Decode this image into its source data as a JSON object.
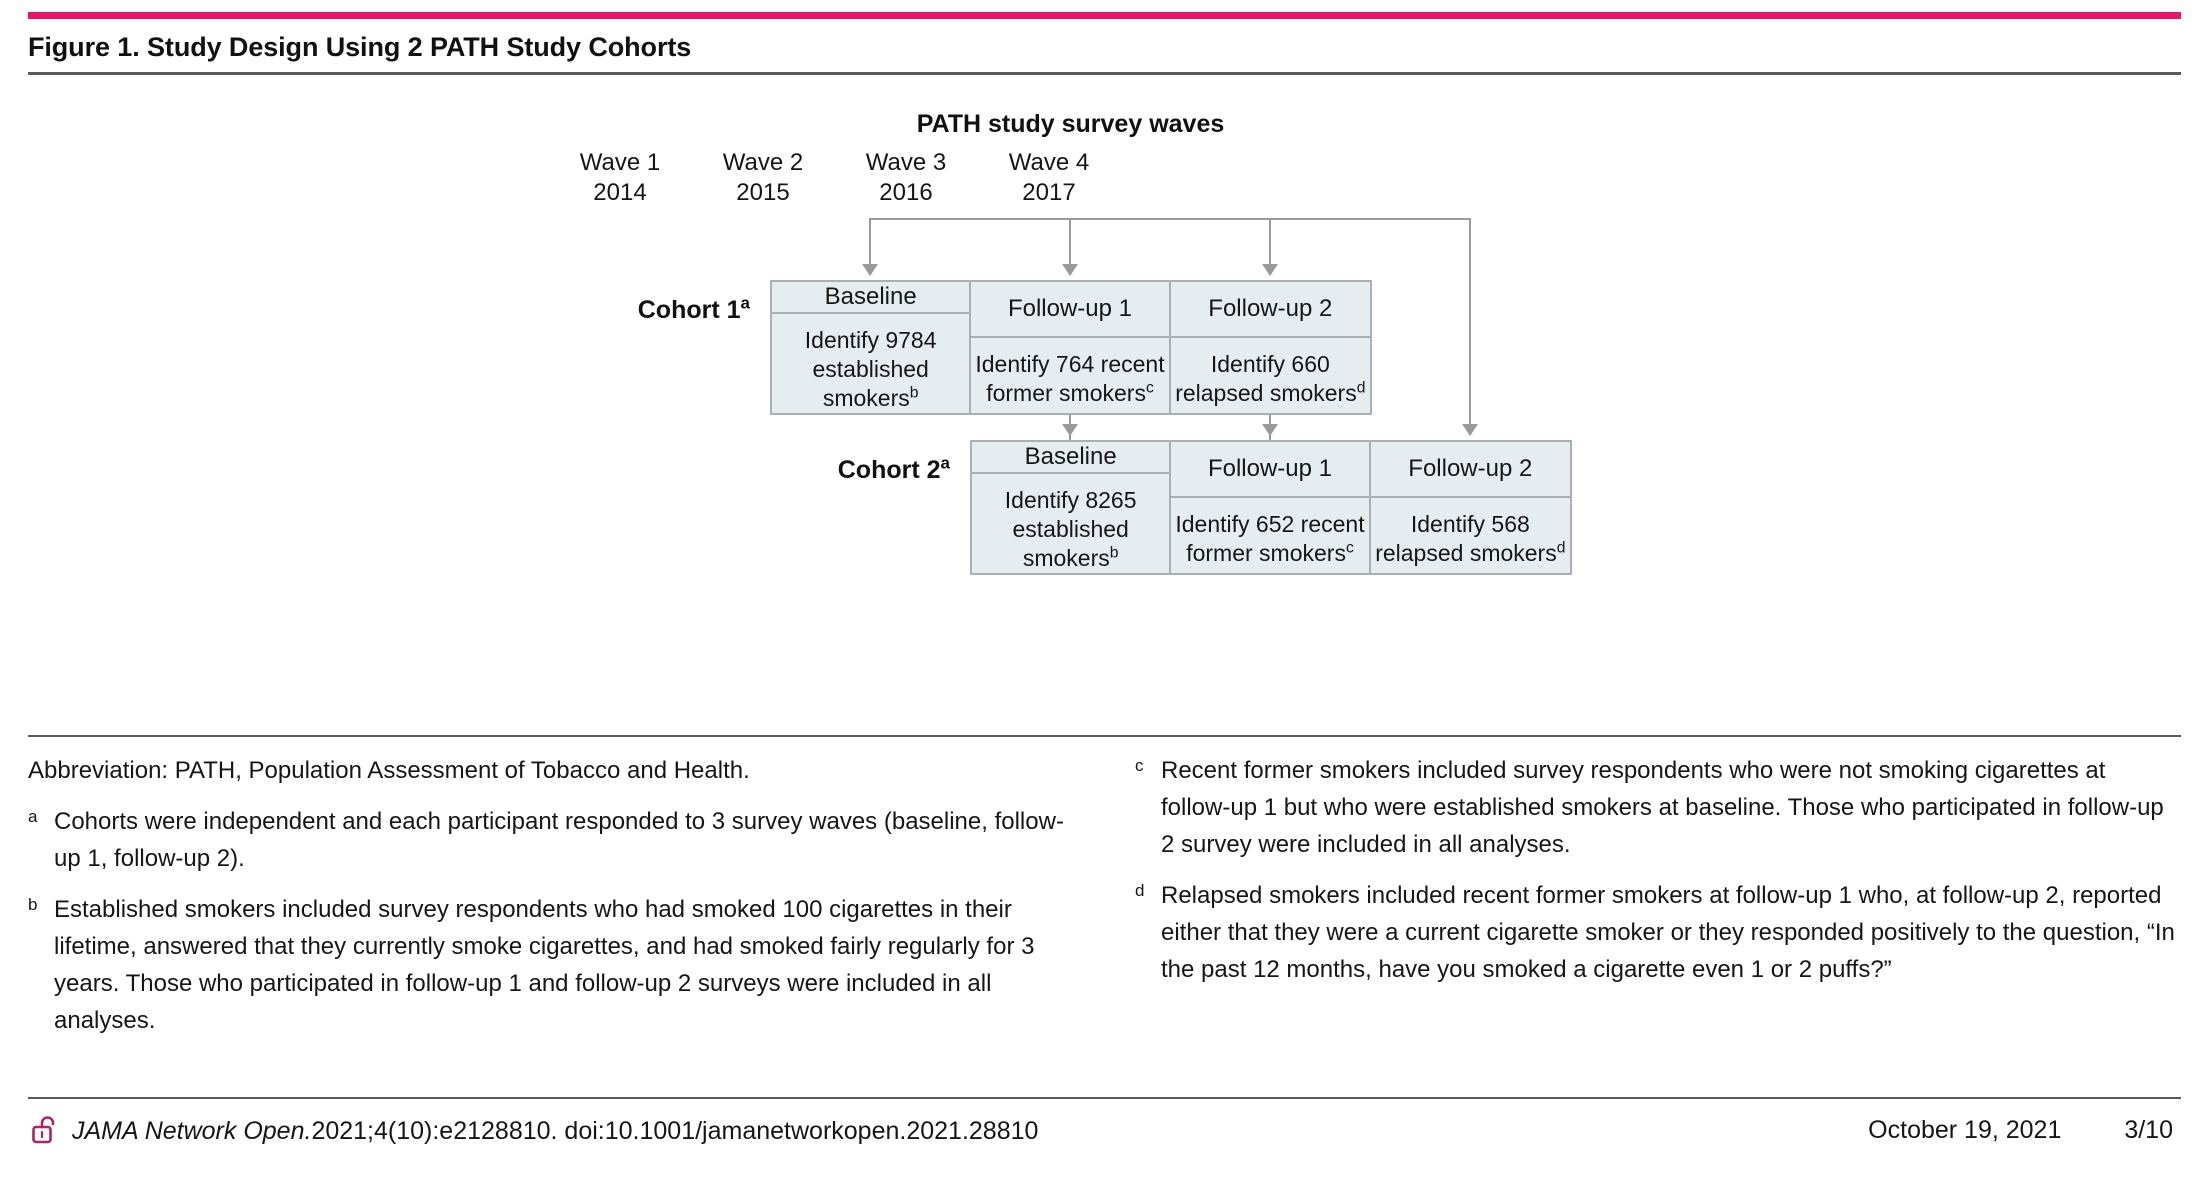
{
  "colors": {
    "brand_pink": "#e5176b",
    "rule_gray": "#58595b",
    "box_fill": "#e6edf0",
    "box_border": "#a8b0b5",
    "connector": "#9a9a9a",
    "lock": "#a9246b"
  },
  "figure": {
    "title": "Figure 1. Study Design Using 2 PATH Study Cohorts",
    "diagram_title": "PATH study survey waves"
  },
  "waves": [
    {
      "label": "Wave 1",
      "year": "2014"
    },
    {
      "label": "Wave 2",
      "year": "2015"
    },
    {
      "label": "Wave 3",
      "year": "2016"
    },
    {
      "label": "Wave 4",
      "year": "2017"
    }
  ],
  "cohorts": [
    {
      "label": "Cohort 1",
      "label_mark": "a",
      "cells": [
        {
          "head": "Baseline",
          "body": "Identify 9784 established smokers",
          "body_mark": "b"
        },
        {
          "head": "Follow-up 1",
          "body": "Identify 764 recent former smokers",
          "body_mark": "c"
        },
        {
          "head": "Follow-up 2",
          "body": "Identify 660 relapsed smokers",
          "body_mark": "d"
        }
      ]
    },
    {
      "label": "Cohort 2",
      "label_mark": "a",
      "cells": [
        {
          "head": "Baseline",
          "body": "Identify 8265 established smokers",
          "body_mark": "b"
        },
        {
          "head": "Follow-up 1",
          "body": "Identify 652 recent former smokers",
          "body_mark": "c"
        },
        {
          "head": "Follow-up 2",
          "body": "Identify 568 relapsed smokers",
          "body_mark": "d"
        }
      ]
    }
  ],
  "notes": {
    "abbreviation": "Abbreviation: PATH, Population Assessment of Tobacco and Health.",
    "a_mark": "a",
    "a_text": "Cohorts were independent and each participant responded to 3 survey waves (baseline, follow-up 1, follow-up 2).",
    "b_mark": "b",
    "b_text": "Established smokers included survey respondents who had smoked 100 cigarettes in their lifetime, answered that they currently smoke cigarettes, and had smoked fairly regularly for 3 years. Those who participated in follow-up 1 and follow-up 2 surveys were included in all analyses.",
    "c_mark": "c",
    "c_text": "Recent former smokers included survey respondents who were not smoking cigarettes at follow-up 1 but who were established smokers at baseline. Those who participated in follow-up 2 survey were included in all analyses.",
    "d_mark": "d",
    "d_text": "Relapsed smokers included recent former smokers at follow-up 1 who, at follow-up 2, reported either that they were a current cigarette smoker or they responded positively to the question, “In the past 12 months, have you smoked a cigarette even 1 or 2 puffs?”"
  },
  "footer": {
    "journal": "JAMA Network Open.",
    "citation": " 2021;4(10):e2128810. doi:10.1001/jamanetworkopen.2021.28810",
    "date": "October 19, 2021",
    "page": "3/10"
  }
}
